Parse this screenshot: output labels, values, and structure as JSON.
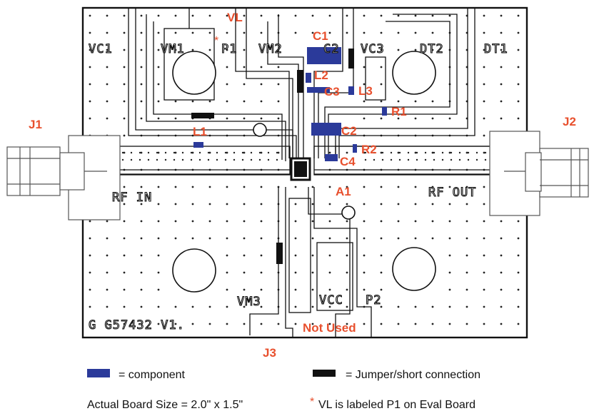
{
  "silkscreen": {
    "vc1": "VC1",
    "vm1": "VM1",
    "p1": "P1",
    "vm2": "VM2",
    "c2": "C2",
    "vc3": "VC3",
    "dt2": "DT2",
    "dt1": "DT1",
    "rf_in": "RF IN",
    "rf_out": "RF OUT",
    "vm3": "VM3",
    "vcc": "VCC",
    "p2": "P2",
    "board_id": "G G57432  V1."
  },
  "labels": {
    "vl": "VL",
    "vl_star": "*",
    "c1": "C1",
    "l2": "L2",
    "c3": "C3",
    "l3": "L3",
    "r1": "R1",
    "c2": "C2",
    "r2": "R2",
    "c4": "C4",
    "l1": "L1",
    "a1": "A1",
    "j1": "J1",
    "j2": "J2",
    "j3": "J3",
    "not_used": "Not Used"
  },
  "legend": {
    "component": "= component",
    "jumper": "=  Jumper/short connection",
    "board_size": "Actual Board Size = 2.0\" x 1.5\"",
    "note_star": "*",
    "note": "VL is labeled P1 on Eval Board"
  },
  "colors": {
    "component": "#2b3a9a",
    "jumper": "#111111",
    "label": "#e8502e"
  }
}
